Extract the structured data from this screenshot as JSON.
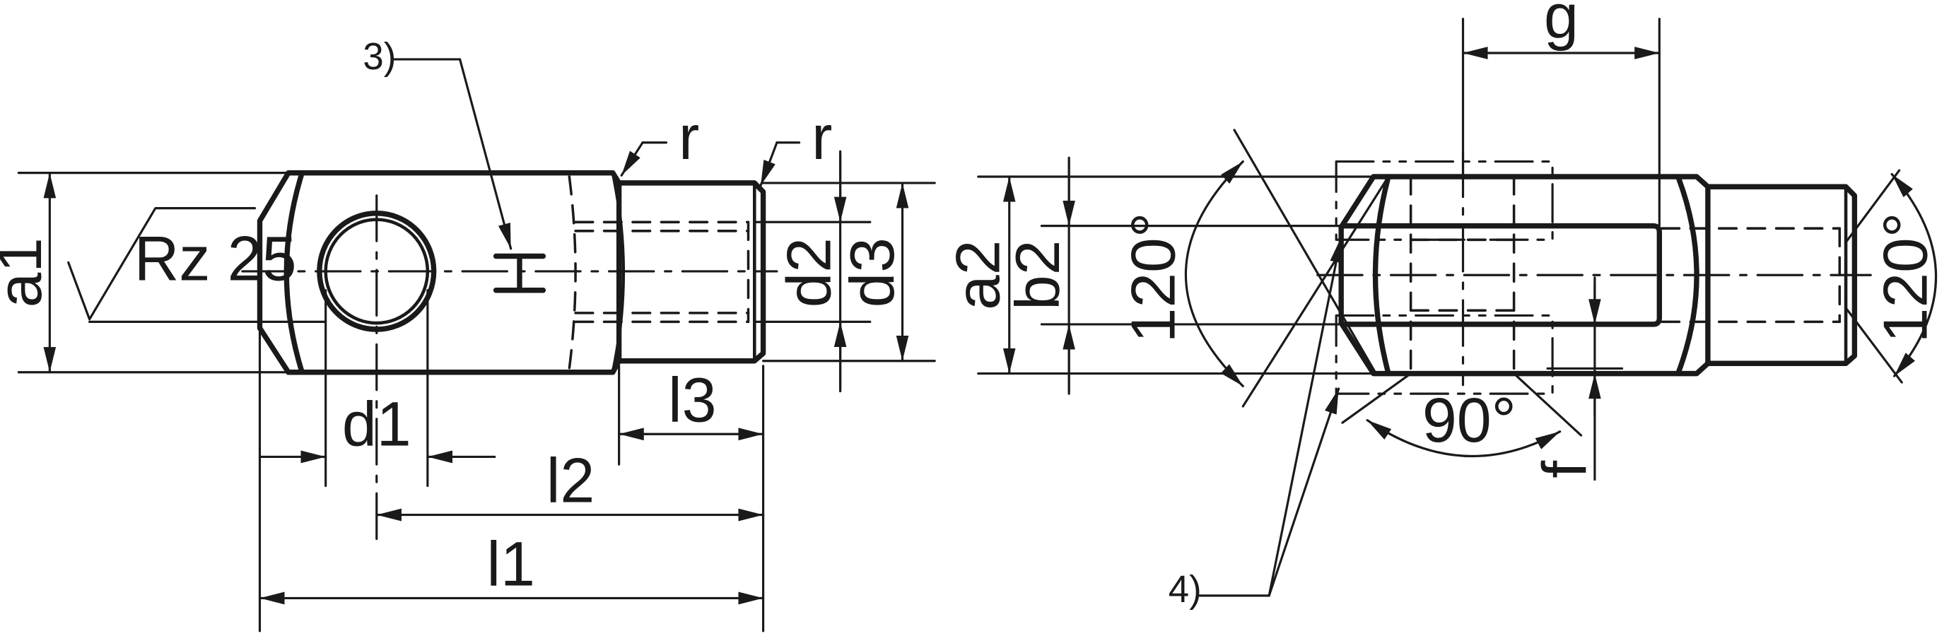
{
  "labels": {
    "a1": "a1",
    "rz": "Rz 25",
    "note3": "3)",
    "r_left": "r",
    "r_right": "r",
    "d2": "d2",
    "d3": "d3",
    "d1": "d1",
    "l3": "l3",
    "l2": "l2",
    "l1": "l1",
    "g": "g",
    "a2": "a2",
    "b2": "b2",
    "angle_left": "120°",
    "angle_right": "120°",
    "angle_bottom": "90°",
    "f": "f",
    "note4": "4)"
  },
  "colors": {
    "ink": "#1a1a1a",
    "paper": "#ffffff"
  }
}
